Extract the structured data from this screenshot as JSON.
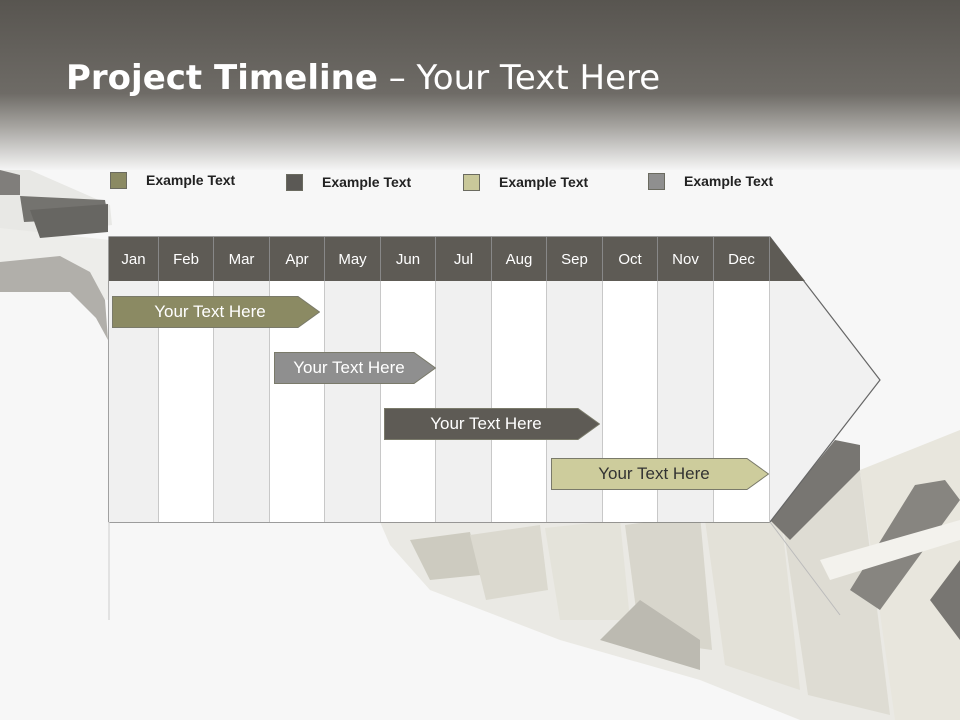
{
  "title": {
    "bold": "Project Timeline",
    "rest": " – Your Text Here"
  },
  "colors": {
    "olive": "#8b8a63",
    "dark": "#5e5b55",
    "light_olive": "#c9c89a",
    "gray": "#8f8f8f",
    "header_cell": "#5e5b55"
  },
  "legend": [
    {
      "label": "Example Text",
      "color": "#8b8a63"
    },
    {
      "label": "Example Text",
      "color": "#5b5955"
    },
    {
      "label": "Example Text",
      "color": "#c9c89a"
    },
    {
      "label": "Example Text",
      "color": "#8f8f8f"
    }
  ],
  "months": [
    "Jan",
    "Feb",
    "Mar",
    "Apr",
    "May",
    "Jun",
    "Jul",
    "Aug",
    "Sep",
    "Oct",
    "Nov",
    "Dec"
  ],
  "tasks": [
    {
      "label": "Your  Text Here",
      "color": "#8b8a63",
      "text_color": "#ffffff"
    },
    {
      "label": "Your  Text Here",
      "color": "#8f8f8f",
      "text_color": "#ffffff"
    },
    {
      "label": "Your  Text Here",
      "color": "#5e5b55",
      "text_color": "#ffffff"
    },
    {
      "label": "Your  Text Here",
      "color": "#cdcc9c",
      "text_color": "#333333"
    }
  ]
}
